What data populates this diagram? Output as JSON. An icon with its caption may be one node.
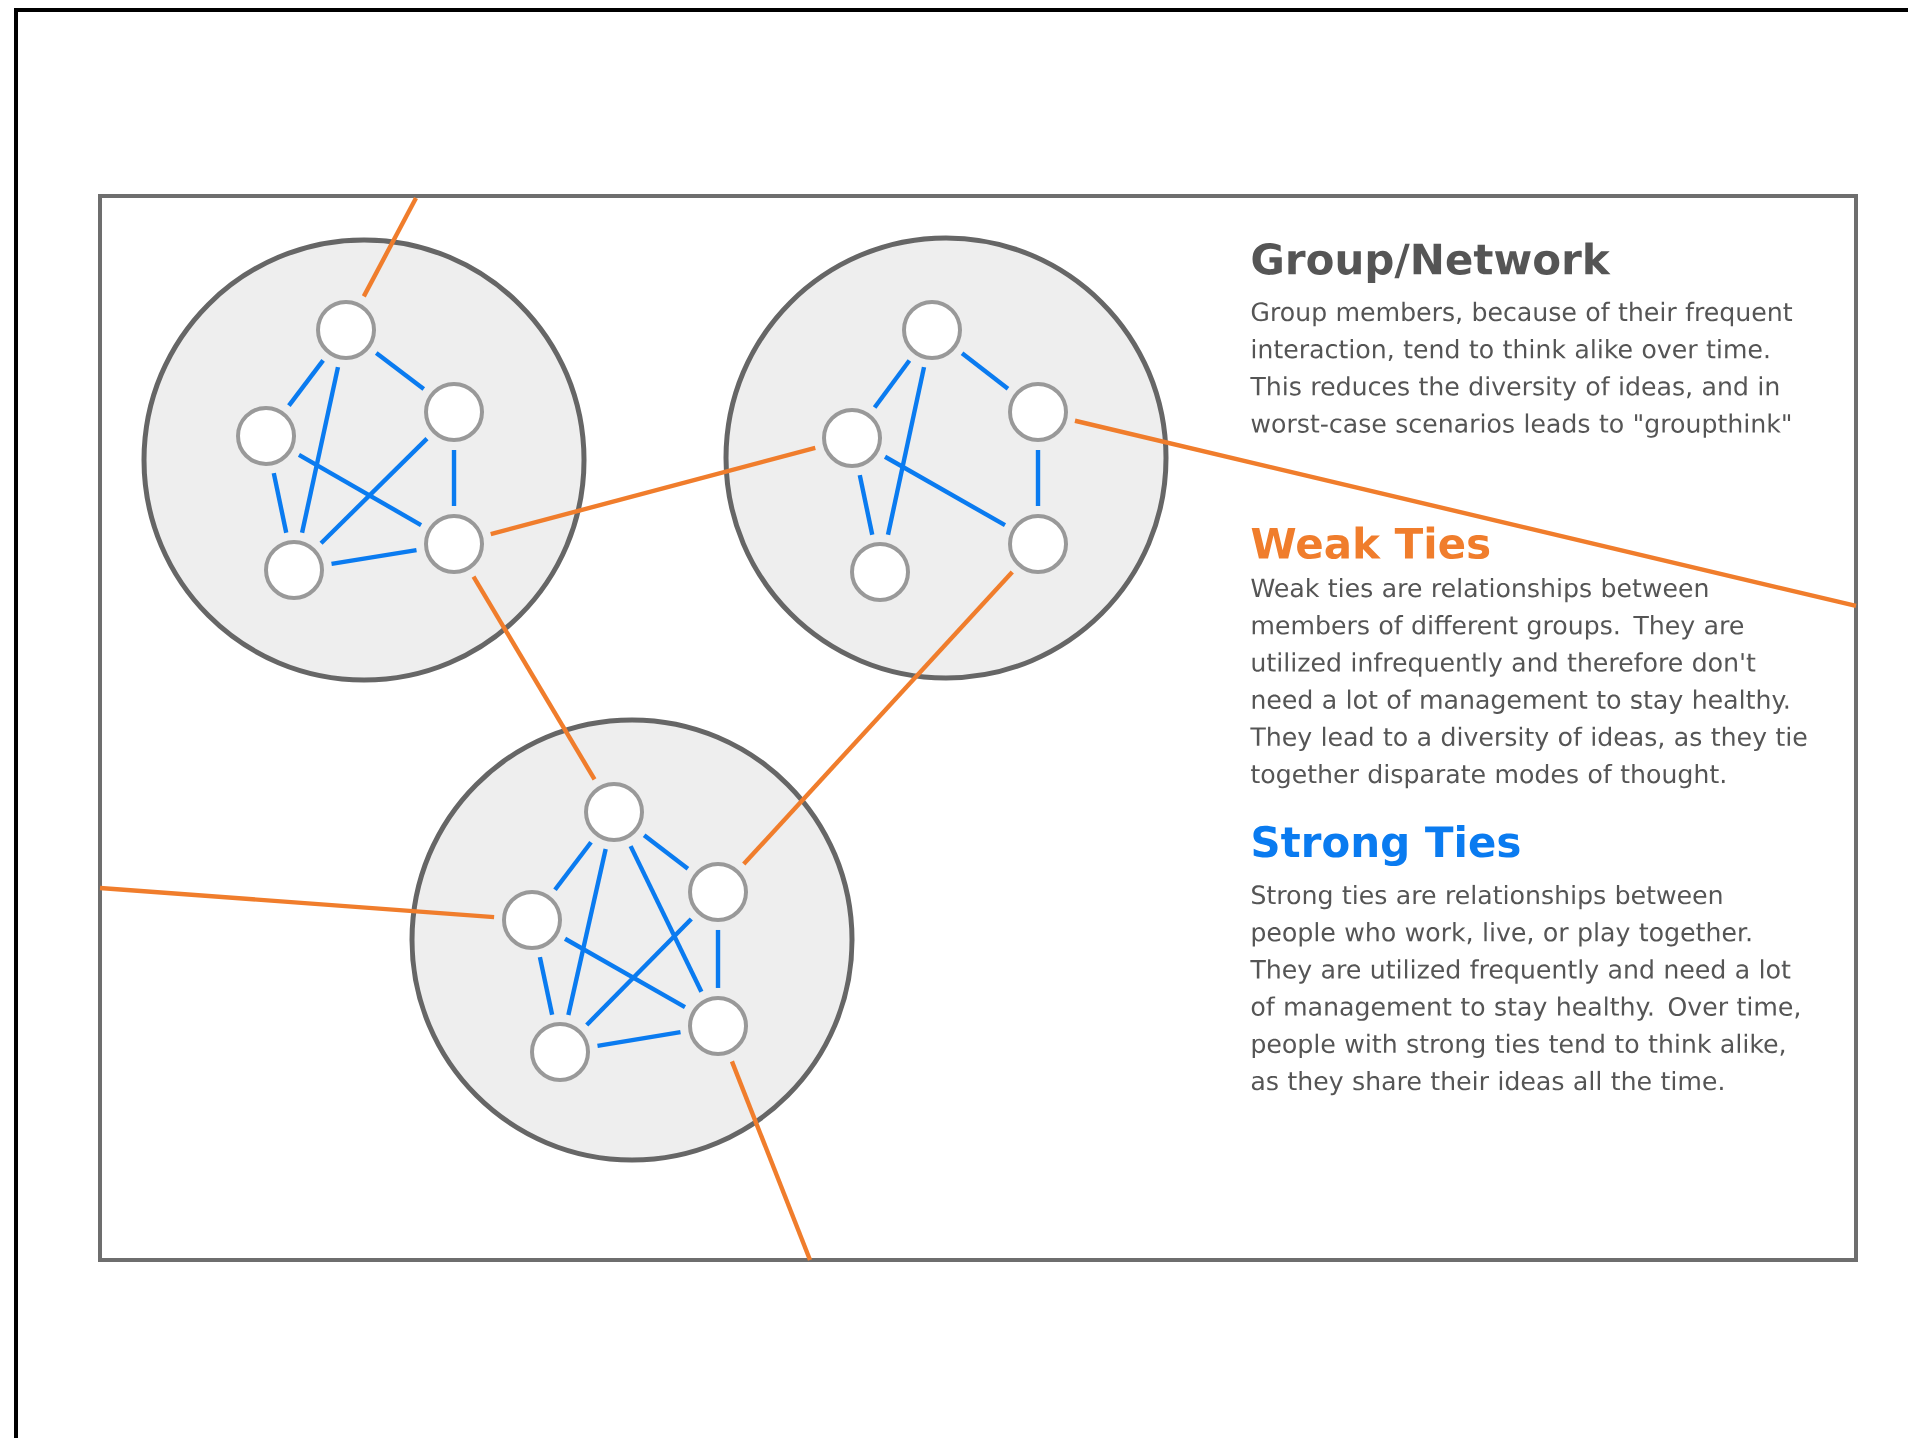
{
  "diagram": {
    "nodes": [
      {
        "text": [],
        "shape": "circle"
      },
      {
        "text": [],
        "shape": "circle",
        "in": 0
      },
      {
        "text": [],
        "shape": "circle",
        "in": 0
      },
      {
        "text": [],
        "shape": "circle",
        "in": 0
      },
      {
        "text": [],
        "shape": "circle",
        "in": 0
      },
      {
        "text": [],
        "shape": "circle",
        "in": 0
      },
      {
        "text": [],
        "shape": "circle"
      },
      {
        "text": [],
        "shape": "circle",
        "in": 6
      },
      {
        "text": [],
        "shape": "circle",
        "in": 6
      },
      {
        "text": [],
        "shape": "circle",
        "in": 6
      },
      {
        "text": [],
        "shape": "circle",
        "in": 6
      },
      {
        "text": [],
        "shape": "circle",
        "in": 6
      },
      {
        "text": [],
        "shape": "circle"
      },
      {
        "text": [],
        "shape": "circle",
        "in": 12
      },
      {
        "text": [],
        "shape": "circle",
        "in": 12
      },
      {
        "text": [],
        "shape": "circle",
        "in": 12
      },
      {
        "text": [],
        "shape": "circle",
        "in": 12
      },
      {
        "text": [],
        "shape": "circle",
        "in": 12
      }
    ],
    "edges": [
      {
        "from": 1,
        "to": 2,
        "arrow": "none"
      },
      {
        "from": 1,
        "to": 4,
        "arrow": "none"
      },
      {
        "from": 1,
        "to": 3,
        "arrow": "none"
      },
      {
        "from": 2,
        "to": 4,
        "arrow": "none"
      },
      {
        "from": 2,
        "to": 5,
        "arrow": "none"
      },
      {
        "from": 3,
        "to": 5,
        "arrow": "none"
      },
      {
        "from": 3,
        "to": 4,
        "arrow": "none"
      },
      {
        "from": 4,
        "to": 5,
        "arrow": "none"
      },
      {
        "from": 7,
        "to": 8,
        "arrow": "none"
      },
      {
        "from": 7,
        "to": 10,
        "arrow": "none"
      },
      {
        "from": 7,
        "to": 9,
        "arrow": "none"
      },
      {
        "from": 8,
        "to": 10,
        "arrow": "none"
      },
      {
        "from": 8,
        "to": 11,
        "arrow": "none"
      },
      {
        "from": 9,
        "to": 11,
        "arrow": "none"
      },
      {
        "from": 13,
        "to": 14,
        "arrow": "none"
      },
      {
        "from": 13,
        "to": 16,
        "arrow": "none"
      },
      {
        "from": 13,
        "to": 15,
        "arrow": "none"
      },
      {
        "from": 13,
        "to": 17,
        "arrow": "none"
      },
      {
        "from": 14,
        "to": 16,
        "arrow": "none"
      },
      {
        "from": 14,
        "to": 17,
        "arrow": "none"
      },
      {
        "from": 15,
        "to": 17,
        "arrow": "none"
      },
      {
        "from": 15,
        "to": 16,
        "arrow": "none"
      },
      {
        "from": 16,
        "to": 17,
        "arrow": "none"
      },
      {
        "from": null,
        "to": 1,
        "arrow": "none",
        "color": "#f07d2c"
      },
      {
        "from": 5,
        "to": 8,
        "arrow": "none",
        "color": "#f07d2c"
      },
      {
        "from": 5,
        "to": 13,
        "arrow": "none",
        "color": "#f07d2c"
      },
      {
        "from": 9,
        "to": null,
        "arrow": "none",
        "color": "#f07d2c"
      },
      {
        "from": 11,
        "to": 15,
        "arrow": "none",
        "color": "#f07d2c"
      },
      {
        "from": null,
        "to": 14,
        "arrow": "none",
        "color": "#f07d2c"
      },
      {
        "from": 17,
        "to": null,
        "arrow": "none",
        "color": "#f07d2c"
      }
    ],
    "labels": [
      "Group/Network",
      "Group members, because of their frequent interaction, tend to think alike over time. This reduces the diversity of ideas, and in worst-case scenarios leads to \"groupthink\"",
      "Weak Ties",
      "Weak ties are relationships between members of different groups. They are utilized infrequently and therefore don't need a lot of management to stay healthy. They lead to a diversity of ideas, as they tie together disparate modes of thought.",
      "Strong Ties",
      "Strong ties are relationships between people who work, live, or play together. They are utilized frequently and need a lot of management to stay healthy. Over time, people with strong ties tend to think alike, as they share their ideas all the time."
    ]
  }
}
